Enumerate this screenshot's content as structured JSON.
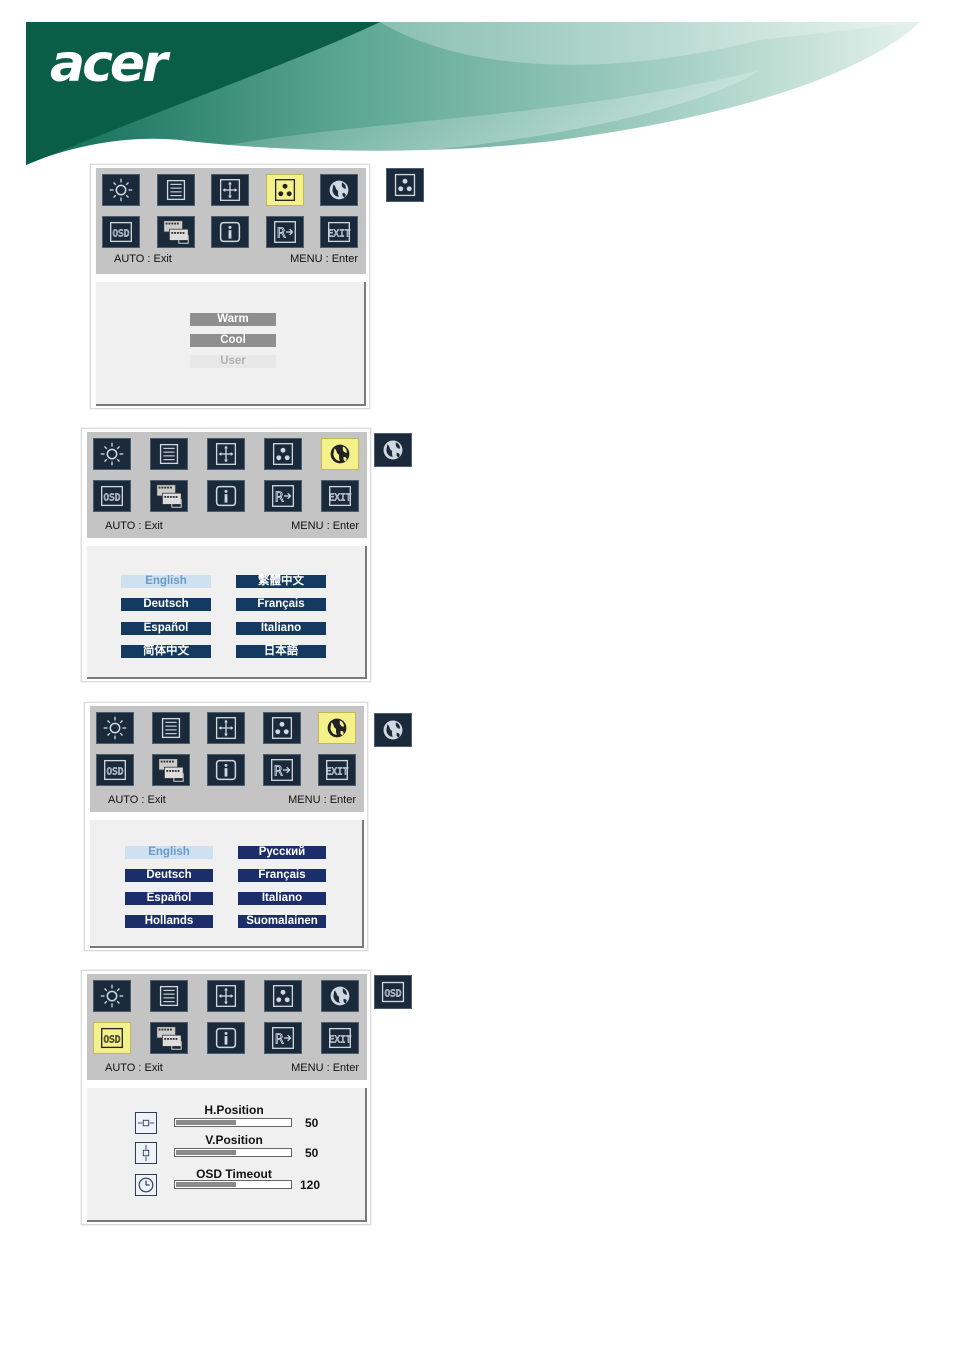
{
  "brand": {
    "logo": "acer"
  },
  "hints": {
    "left": "AUTO : Exit",
    "right": "MENU : Enter"
  },
  "menu_icons": [
    "brightness-icon",
    "image-setting-icon",
    "position-icon",
    "color-temperature-icon",
    "language-globe-icon",
    "osd-icon",
    "input-source-icon",
    "information-icon",
    "reset-icon",
    "exit-icon"
  ],
  "menu_icon_labels": {
    "osd": "OSD",
    "exit": "EXIT"
  },
  "panel1": {
    "selected_icon": "color-temperature-icon",
    "options": [
      {
        "label": "Warm",
        "state": "normal"
      },
      {
        "label": "Cool",
        "state": "normal"
      },
      {
        "label": "User",
        "state": "disabled"
      }
    ]
  },
  "panel2": {
    "selected_icon": "language-globe-icon",
    "languages": [
      "English",
      "繁體中文",
      "Deutsch",
      "Français",
      "Español",
      "Italiano",
      "简体中文",
      "日本語"
    ],
    "selected": "English"
  },
  "panel3": {
    "selected_icon": "language-globe-icon",
    "languages": [
      "English",
      "Русский",
      "Deutsch",
      "Français",
      "Español",
      "Italiano",
      "Hollands",
      "Suomalainen"
    ],
    "selected": "English"
  },
  "panel4": {
    "selected_icon": "osd-icon",
    "settings": [
      {
        "label": "H.Position",
        "value": 50,
        "fill_fraction": 0.52,
        "icon": "horizontal-position-icon"
      },
      {
        "label": "V.Position",
        "value": 50,
        "fill_fraction": 0.52,
        "icon": "vertical-position-icon"
      },
      {
        "label": "OSD Timeout",
        "value": 120,
        "fill_fraction": 0.52,
        "icon": "timer-clock-icon"
      }
    ]
  },
  "colors": {
    "accent_green": "#0c5a44",
    "navy": "#153a62",
    "selected_yellow": "#f4f08a"
  }
}
